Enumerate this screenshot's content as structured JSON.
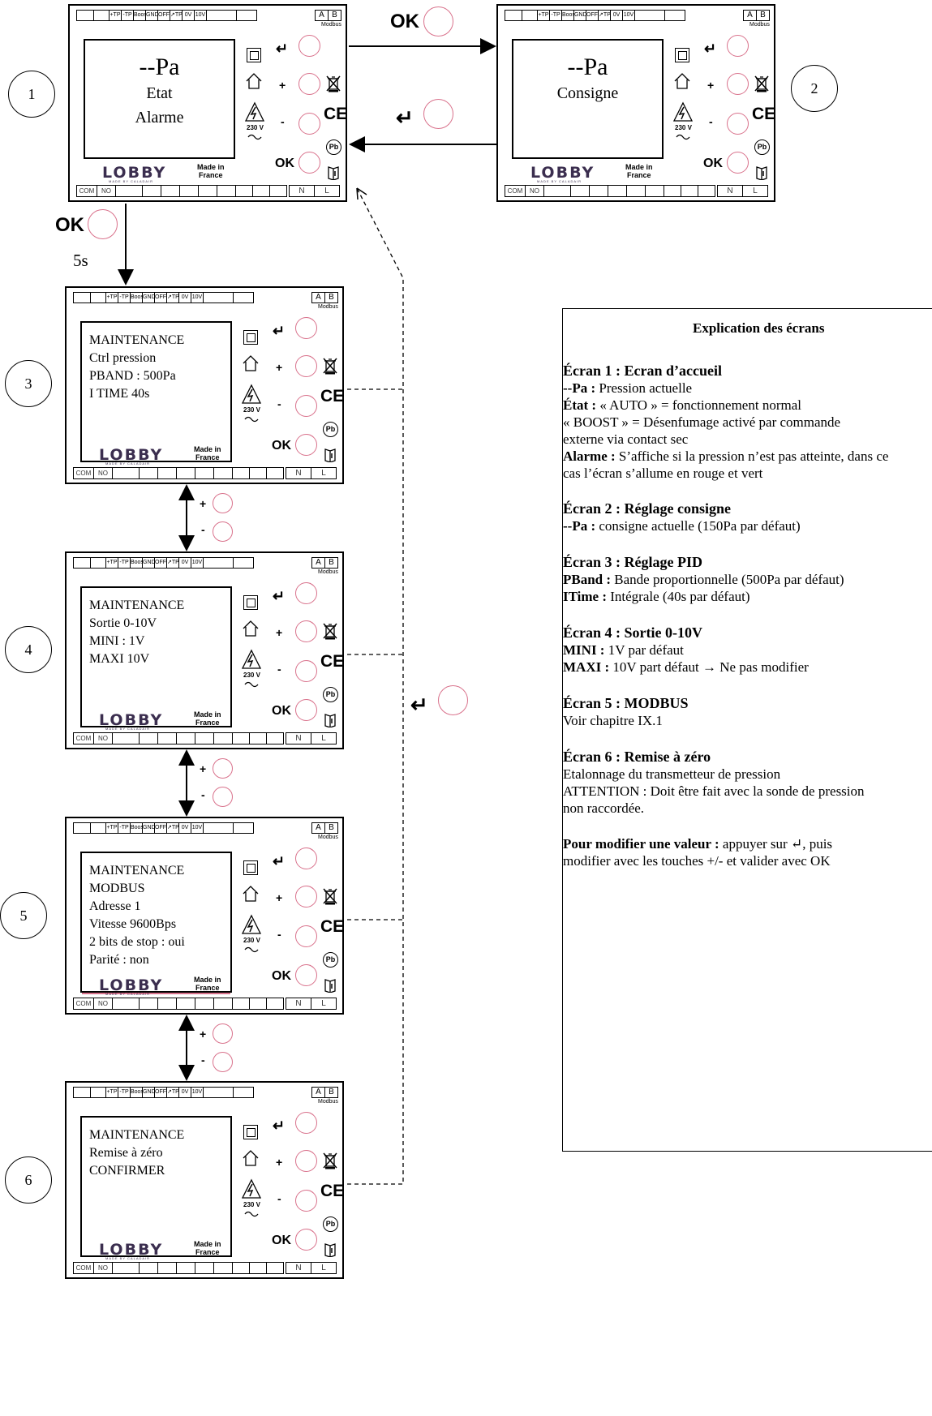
{
  "device_common": {
    "top_terminals": [
      "",
      "",
      "+TP",
      "-TP",
      "Boost",
      "GND",
      "OFF",
      "↗TP",
      "0V",
      "10V",
      "",
      ""
    ],
    "ab_terminals": [
      "A",
      "B"
    ],
    "modbus_tag": "Modbus",
    "bottom_terminals": [
      "COM",
      "NO",
      "",
      "",
      "",
      "",
      "",
      "",
      "",
      "",
      ""
    ],
    "nl_terminals": [
      "N",
      "L"
    ],
    "button_syms": [
      "↵",
      "+",
      "-",
      "OK"
    ],
    "logo": "LOBBY",
    "logo_sub": "MADE BY CALADAIR",
    "made_in": "Made in\nFrance",
    "voltage": "230 V",
    "ce_mark": "CE",
    "pb_mark": "Pb"
  },
  "screens": [
    {
      "step": "1",
      "mode": "big",
      "lines": [
        "--Pa",
        "Etat",
        "Alarme"
      ]
    },
    {
      "step": "2",
      "mode": "big",
      "lines": [
        "--Pa",
        "Consigne"
      ]
    },
    {
      "step": "3",
      "mode": "small",
      "lines": [
        "MAINTENANCE",
        "Ctrl pression",
        "PBAND : 500Pa",
        "I TIME 40s"
      ]
    },
    {
      "step": "4",
      "mode": "small",
      "lines": [
        "MAINTENANCE",
        "Sortie 0-10V",
        "MINI : 1V",
        "MAXI 10V"
      ]
    },
    {
      "step": "5",
      "mode": "small",
      "lines": [
        "MAINTENANCE",
        "MODBUS",
        "Adresse 1",
        "Vitesse 9600Bps",
        "2 bits de stop : oui",
        "Parité : non"
      ]
    },
    {
      "step": "6",
      "mode": "small",
      "lines": [
        "MAINTENANCE",
        "Remise à zéro",
        "CONFIRMER"
      ]
    }
  ],
  "flow": {
    "ok_label": "OK",
    "enter_label": "↵",
    "hold_time": "5s",
    "plus_label": "+",
    "minus_label": "-"
  },
  "explanation": {
    "title": "Explication des écrans",
    "s1_head": "Écran 1 : Ecran d’accueil",
    "s1_pa_key": "--Pa :",
    "s1_pa_val": " Pression actuelle",
    "s1_etat_key": "État :",
    "s1_etat_val": " « AUTO » = fonctionnement normal",
    "s1_boost": "« BOOST » = Désenfumage activé par commande",
    "s1_boost2": "externe via contact sec",
    "s1_alarm_key": "Alarme :",
    "s1_alarm_val": " S’affiche si la pression n’est pas atteinte, dans ce",
    "s1_alarm2": "cas l’écran s’allume en rouge et vert",
    "s2_head": "Écran 2 : Réglage consigne",
    "s2_pa_key": "--Pa :",
    "s2_pa_val": " consigne actuelle (150Pa par défaut)",
    "s3_head": "Écran 3 : Réglage PID",
    "s3_pband_key": "PBand :",
    "s3_pband_val": " Bande proportionnelle (500Pa par défaut)",
    "s3_itime_key": "ITime :",
    "s3_itime_val": " Intégrale (40s par défaut)",
    "s4_head": "Écran 4 : Sortie 0-10V",
    "s4_mini_key": "MINI :",
    "s4_mini_val": " 1V par défaut",
    "s4_maxi_key": "MAXI :",
    "s4_maxi_val": " 10V part défaut → Ne pas modifier",
    "s5_head": "Écran 5 : MODBUS",
    "s5_text": "Voir chapitre IX.1",
    "s6_head": "Écran 6 : Remise à zéro",
    "s6_text1": "Etalonnage du transmetteur de pression",
    "s6_text2": "ATTENTION : Doit être fait avec la sonde de pression",
    "s6_text3": "non raccordée.",
    "mod_key": "Pour modifier une valeur :",
    "mod_val": " appuyer sur ↵, puis",
    "mod_text2": "modifier avec les touches +/- et valider avec OK"
  },
  "colors": {
    "button_ring": "#d9728c",
    "logo": "#3b2e4f"
  }
}
